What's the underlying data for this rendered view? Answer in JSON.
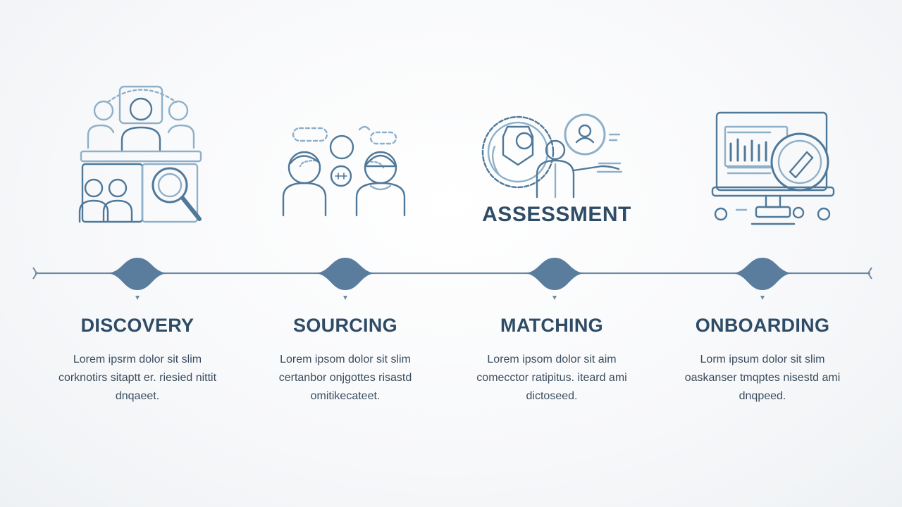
{
  "floating_label": "ASSESSMENT",
  "steps": [
    {
      "title": "DISCOVERY",
      "description": "Lorem ipsrm dolor sit slim corknotirs sitaptt er. riesied nittit dnqaeet.",
      "icon": "team-search-icon"
    },
    {
      "title": "SOURCING",
      "description": "Lorem ipsom dolor sit slim certanbor onjgottes risastd omitikecateet.",
      "icon": "people-network-icon"
    },
    {
      "title": "MATCHING",
      "description": "Lorem ipsom dolor sit aim comecctor ratipitus. iteard ami dictoseed.",
      "icon": "assessment-match-icon"
    },
    {
      "title": "ONBOARDING",
      "description": "Lorm ipsum dolor sit slim oaskanser tmqptes nisestd ami dnqpeed.",
      "icon": "monitor-onboarding-icon"
    }
  ],
  "colors": {
    "title": "#2f4c66",
    "line": "#6f8aa3",
    "marker": "#5a7d9e",
    "icon_stroke": "#4f7899",
    "icon_accent": "#8fb0c9",
    "text": "#3b4d5e"
  }
}
